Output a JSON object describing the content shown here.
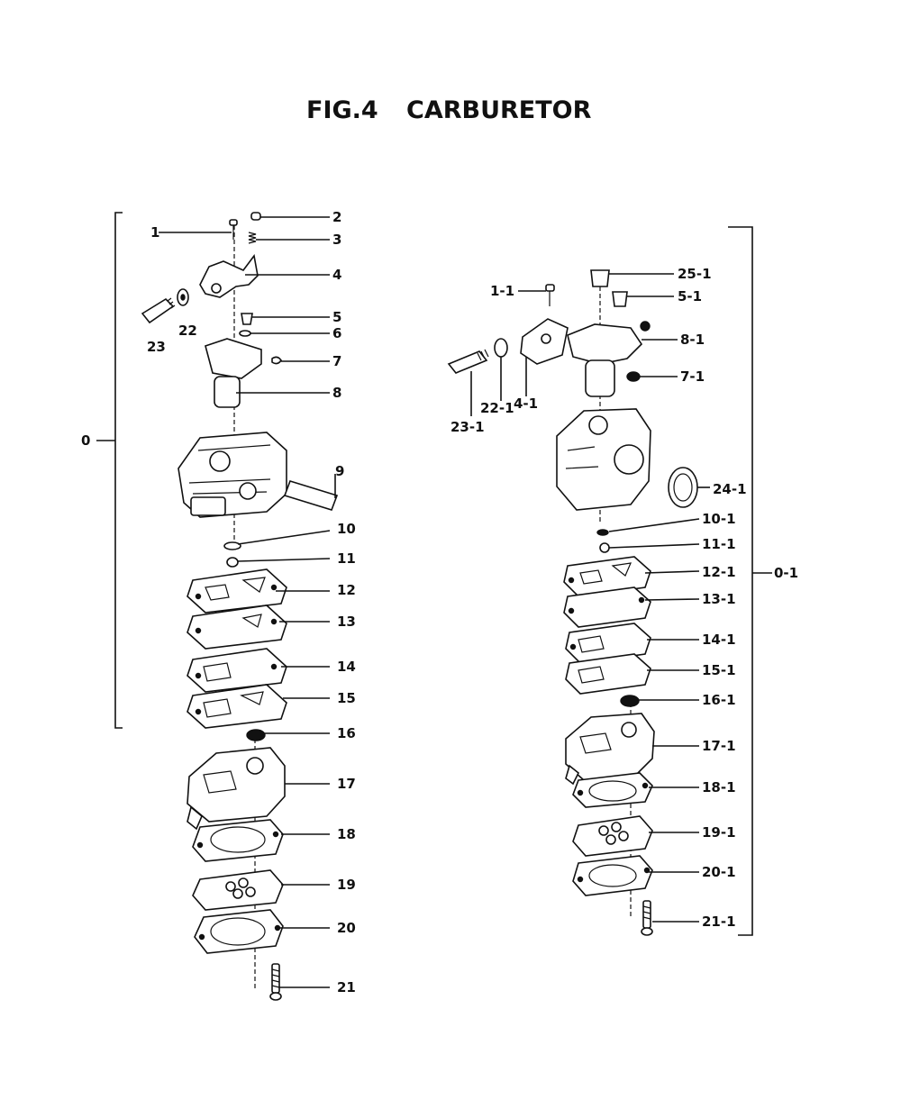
{
  "figure": {
    "number": "FIG.4",
    "title": "CARBURETOR"
  },
  "left_assembly": {
    "assembly_label": "0",
    "callouts": [
      "1",
      "2",
      "3",
      "4",
      "5",
      "6",
      "7",
      "8",
      "9",
      "10",
      "11",
      "12",
      "13",
      "14",
      "15",
      "16",
      "17",
      "18",
      "19",
      "20",
      "21",
      "22",
      "23"
    ]
  },
  "right_assembly": {
    "assembly_label": "0-1",
    "callouts": [
      "1-1",
      "25-1",
      "5-1",
      "8-1",
      "7-1",
      "4-1",
      "22-1",
      "23-1",
      "24-1",
      "10-1",
      "11-1",
      "12-1",
      "13-1",
      "14-1",
      "15-1",
      "16-1",
      "17-1",
      "18-1",
      "19-1",
      "20-1",
      "21-1"
    ]
  }
}
